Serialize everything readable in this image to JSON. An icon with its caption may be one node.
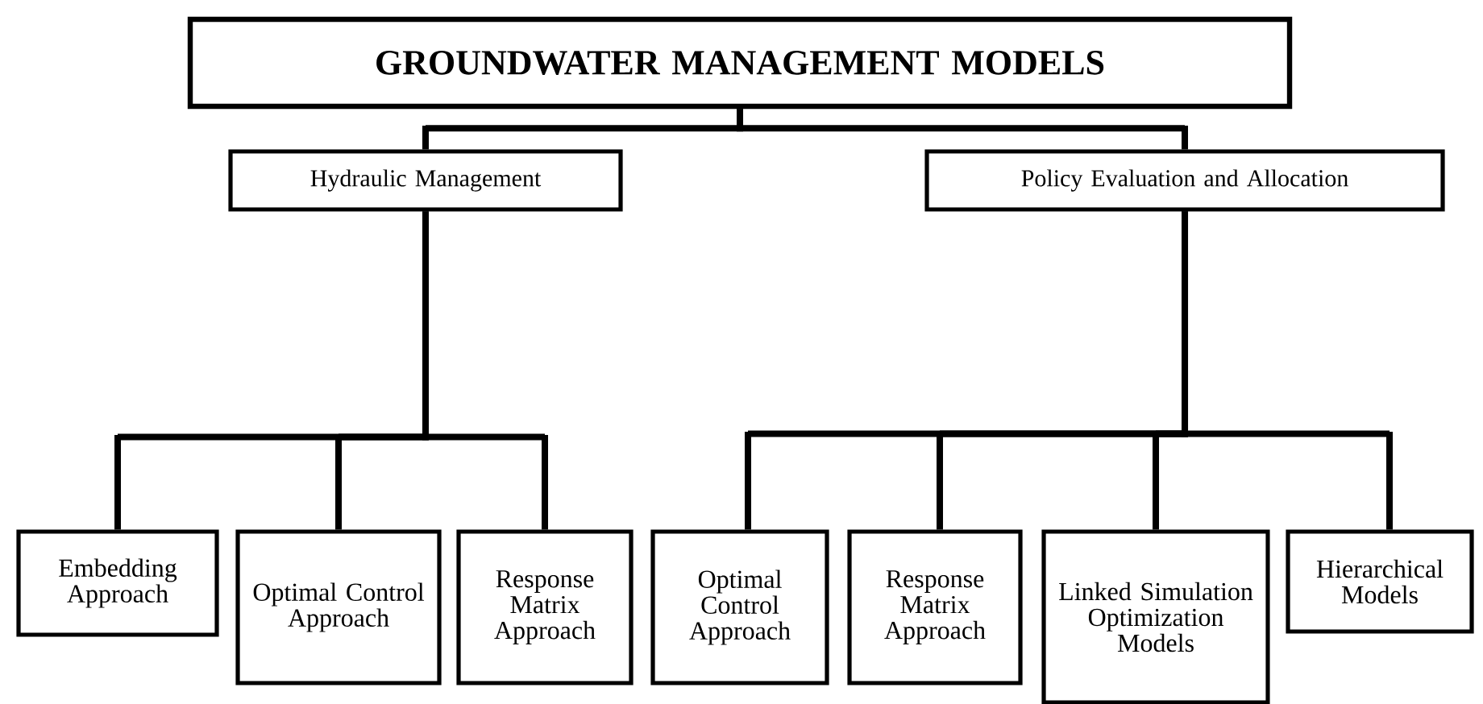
{
  "diagram": {
    "nodes": [
      {
        "text": [
          "GROUNDWATER MANAGEMENT MODELS"
        ]
      },
      {
        "text": [
          "Hydraulic Management"
        ]
      },
      {
        "text": [
          "Policy Evaluation and Allocation"
        ]
      },
      {
        "text": [
          "Embedding Approach"
        ]
      },
      {
        "text": [
          "Optimal Control Approach"
        ]
      },
      {
        "text": [
          "Response Matrix Approach"
        ]
      },
      {
        "text": [
          "Optimal Control Approach"
        ]
      },
      {
        "text": [
          "Response Matrix Approach"
        ]
      },
      {
        "text": [
          "Linked Simulation Optimization Models"
        ]
      },
      {
        "text": [
          "Hierarchical Models"
        ]
      }
    ],
    "edges": [
      {
        "from": 0,
        "to": 1,
        "arrow": "none"
      },
      {
        "from": 0,
        "to": 2,
        "arrow": "none"
      },
      {
        "from": 1,
        "to": 3,
        "arrow": "none"
      },
      {
        "from": 1,
        "to": 4,
        "arrow": "none"
      },
      {
        "from": 1,
        "to": 5,
        "arrow": "none"
      },
      {
        "from": 2,
        "to": 6,
        "arrow": "none"
      },
      {
        "from": 2,
        "to": 7,
        "arrow": "none"
      },
      {
        "from": 2,
        "to": 8,
        "arrow": "none"
      },
      {
        "from": 2,
        "to": 9,
        "arrow": "none"
      }
    ]
  }
}
